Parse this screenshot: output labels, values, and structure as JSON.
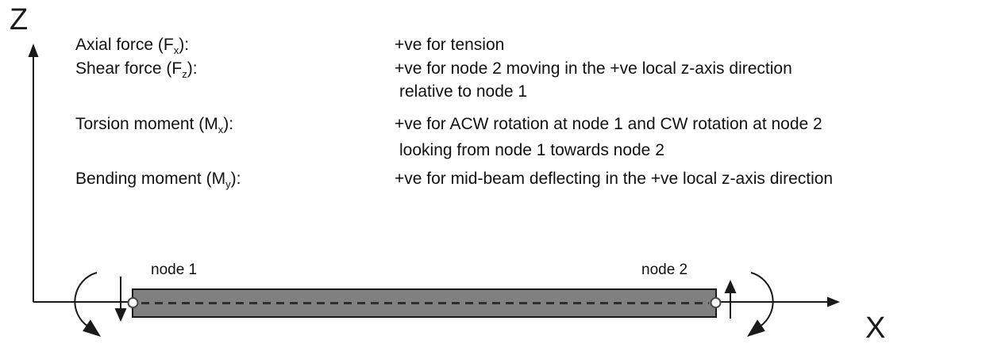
{
  "colors": {
    "background": "#ffffff",
    "text": "#111111",
    "line": "#1a1a1a",
    "beam_fill": "#808080",
    "beam_centerline": "#2e2e2e",
    "node_stroke": "#4a4a4a",
    "node_fill": "#ffffff"
  },
  "axis": {
    "z_label": "Z",
    "x_label": "X"
  },
  "sign_conventions": {
    "rows": [
      {
        "term_prefix": "Axial force (F",
        "term_sub": "x",
        "term_suffix": "):",
        "desc": "+ve for tension"
      },
      {
        "term_prefix": "Shear force (F",
        "term_sub": "z",
        "term_suffix": "):",
        "desc": "+ve for node 2 moving in the +ve local z-axis direction",
        "desc_cont": "relative to node 1"
      },
      {
        "term_prefix": "Torsion moment (M",
        "term_sub": "x",
        "term_suffix": "):",
        "desc": "+ve for ACW rotation at node 1 and CW rotation at node 2",
        "desc_cont": "looking from node 1 towards node 2"
      },
      {
        "term_prefix": "Bending moment (M",
        "term_sub": "y",
        "term_suffix": "):",
        "desc": "+ve for mid-beam deflecting in the +ve local z-axis direction"
      }
    ]
  },
  "beam": {
    "node1_label": "node 1",
    "node2_label": "node 2"
  }
}
